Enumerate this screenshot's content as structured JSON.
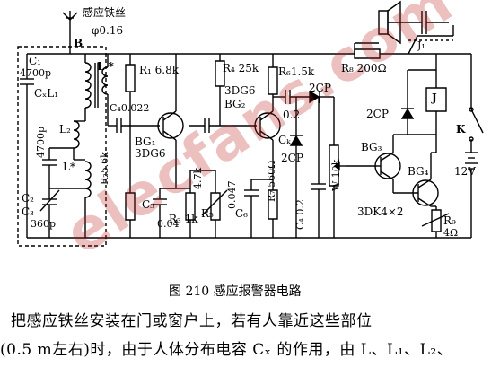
{
  "labels": {
    "sensor_wire": "感应铁丝",
    "wire_dia": "φ0.16",
    "B": "B",
    "C1": "C₁",
    "C1_val": "4700p",
    "CxL1": "CₓL₁",
    "L": "L *",
    "L2": "L₂",
    "C2": "C₂",
    "C2_val": "4700p",
    "L_star": "L*",
    "C3": "C₃",
    "C3_val": "360p",
    "R1": "R₁ 6.8k",
    "C4": "C₄0.022",
    "BG1": "BG₁",
    "BG1_type": "3DG6",
    "R2": "R₂5.6k",
    "C5": "C₅",
    "C5_val": "0.04",
    "R3": "R₃ 1k",
    "R5": "R₅",
    "R5_val": "4.7k",
    "R4": "R₄ 25k",
    "BG2_type": "3DG6",
    "BG2": "BG₂",
    "R6": "R₆1.5k",
    "C6": "C₆",
    "C6_val": "0.047",
    "R7": "R₇ 560Ω",
    "C7_val": "0.2",
    "Ck": "Cₖ",
    "D_top": "2CP",
    "D_mid": "2CP",
    "C8": "C₄ 0.2",
    "W": "W 10k",
    "R8": "R₈ 200Ω",
    "J1": "J₁",
    "J": "J",
    "D_relay": "2CP",
    "K": "K",
    "BG3": "BG₃",
    "BG4": "BG₄",
    "V12": "12V",
    "transistors": "3DK4×2",
    "R9": "R₉",
    "R9_val": "4Ω"
  },
  "caption": "图 210   感应报警器电路",
  "paragraph_line1": "把感应铁丝安装在门或窗户上，若有人靠近这些部位",
  "paragraph_line2": "(0.5 m左右)时，由于人体分布电容 Cₓ 的作用，由 L、L₁、L₂、",
  "watermark": "elecfans.com"
}
